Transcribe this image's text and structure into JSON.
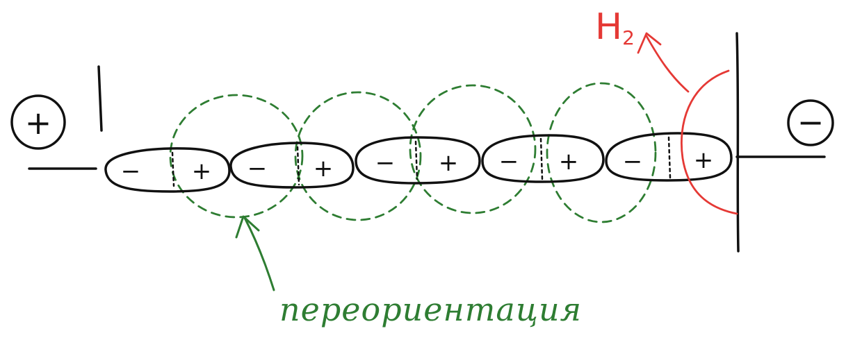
{
  "electrodes": {
    "anode_sign": "+",
    "cathode_sign": "−"
  },
  "particles": [
    {
      "neg": "−",
      "pos": "+"
    },
    {
      "neg": "−",
      "pos": "+"
    },
    {
      "neg": "−",
      "pos": "+"
    },
    {
      "neg": "−",
      "pos": "+"
    },
    {
      "neg": "−",
      "pos": "+"
    }
  ],
  "gas": {
    "symbol": "H",
    "subscript": "2"
  },
  "caption": "переориентация",
  "colors": {
    "ink": "#111111",
    "field": "#2e7d32",
    "gas": "#e53935"
  }
}
